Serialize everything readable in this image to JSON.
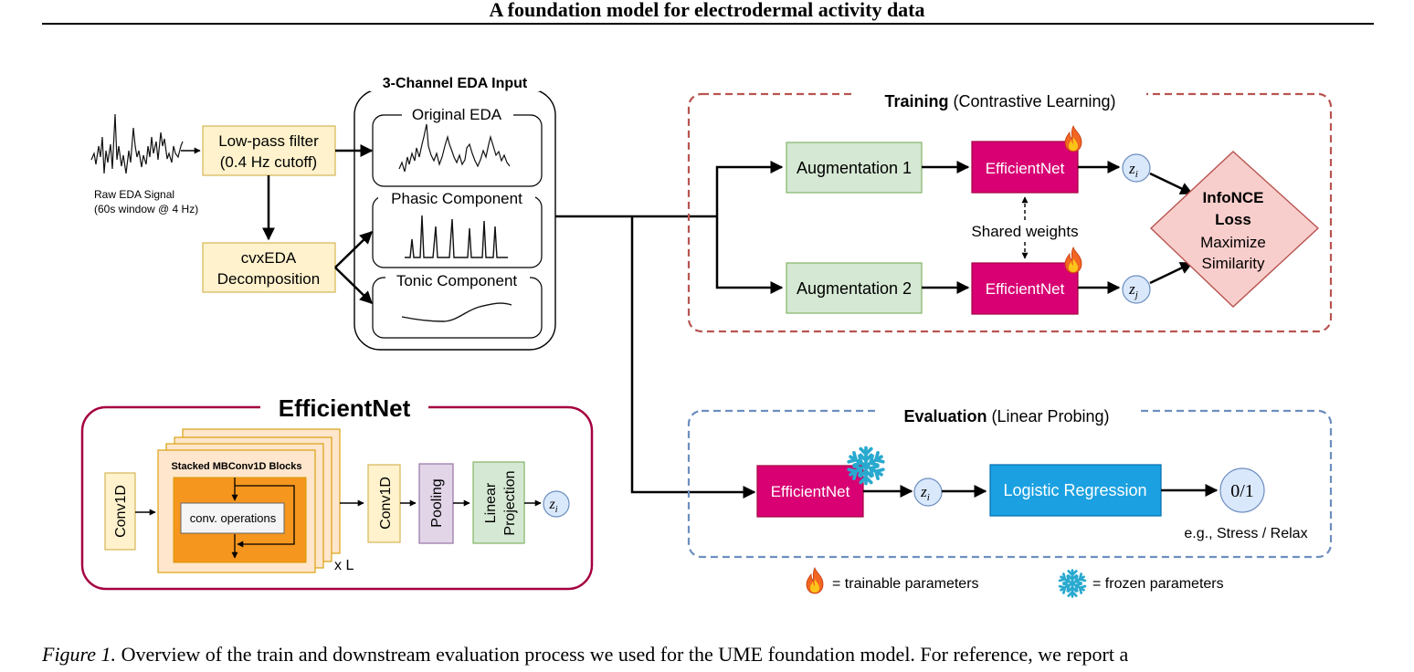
{
  "header": {
    "title": "A foundation model for electrodermal activity data"
  },
  "preprocessing": {
    "raw_line1": "Raw EDA Signal",
    "raw_line2": "(60s window @ 4 Hz)",
    "lowpass_line1": "Low-pass filter",
    "lowpass_line2": "(0.4 Hz cutoff)",
    "cvx_line1": "cvxEDA",
    "cvx_line2": "Decomposition"
  },
  "input_group": {
    "title": "3-Channel EDA Input",
    "channels": [
      "Original EDA",
      "Phasic Component",
      "Tonic Component"
    ]
  },
  "training": {
    "title_bold": "Training",
    "title_rest": " (Contrastive Learning)",
    "aug1": "Augmentation 1",
    "aug2": "Augmentation 2",
    "encoder": "EfficientNet",
    "shared": "Shared weights",
    "loss_line1": "InfoNCE",
    "loss_line2": "Loss",
    "loss_line3": "Maximize",
    "loss_line4": "Similarity",
    "zi": "z",
    "zi_sub": "i",
    "zj": "z",
    "zj_sub": "j"
  },
  "evaluation": {
    "title_bold": "Evaluation",
    "title_rest": " (Linear Probing)",
    "encoder": "EfficientNet",
    "z": "z",
    "z_sub": "i",
    "classifier": "Logistic Regression",
    "output": "0/1",
    "example": "e.g., Stress / Relax"
  },
  "legend": {
    "trainable": "= trainable parameters",
    "frozen": "= frozen parameters"
  },
  "efficientnet_panel": {
    "title": "EfficientNet",
    "conv_in": "Conv1D",
    "stack_title": "Stacked MBConv1D Blocks",
    "conv_ops": "conv. operations",
    "repeat": "x L",
    "conv_out": "Conv1D",
    "pooling": "Pooling",
    "proj_line1": "Linear",
    "proj_line2": "Projection",
    "z": "z",
    "z_sub": "i"
  },
  "caption": {
    "label": "Figure 1.",
    "text": " Overview of the train and downstream evaluation process we used for the UME foundation model. For reference, we report a"
  },
  "colors": {
    "filter_fill": "#fff2cc",
    "filter_stroke": "#d6b656",
    "aug_fill": "#d5e8d4",
    "aug_stroke": "#82b366",
    "encoder_fill": "#d80073",
    "encoder_stroke": "#a50040",
    "latent_fill": "#dae8fc",
    "latent_stroke": "#6c8ebf",
    "loss_fill": "#f8cecc",
    "loss_stroke": "#b85450",
    "logreg_fill": "#1ba1e2",
    "logreg_stroke": "#006eaf",
    "training_border": "#b85450",
    "evaluation_border": "#6c8ebf",
    "panel_border": "#a50040",
    "block_fill": "#ffe6cc",
    "block_stroke": "#d79b00",
    "ops_fill": "#f5961e",
    "pool_fill": "#e1d5e7",
    "pool_stroke": "#9673a6"
  },
  "icons": {
    "trainable": "fire-icon",
    "frozen": "snowflake-icon"
  }
}
